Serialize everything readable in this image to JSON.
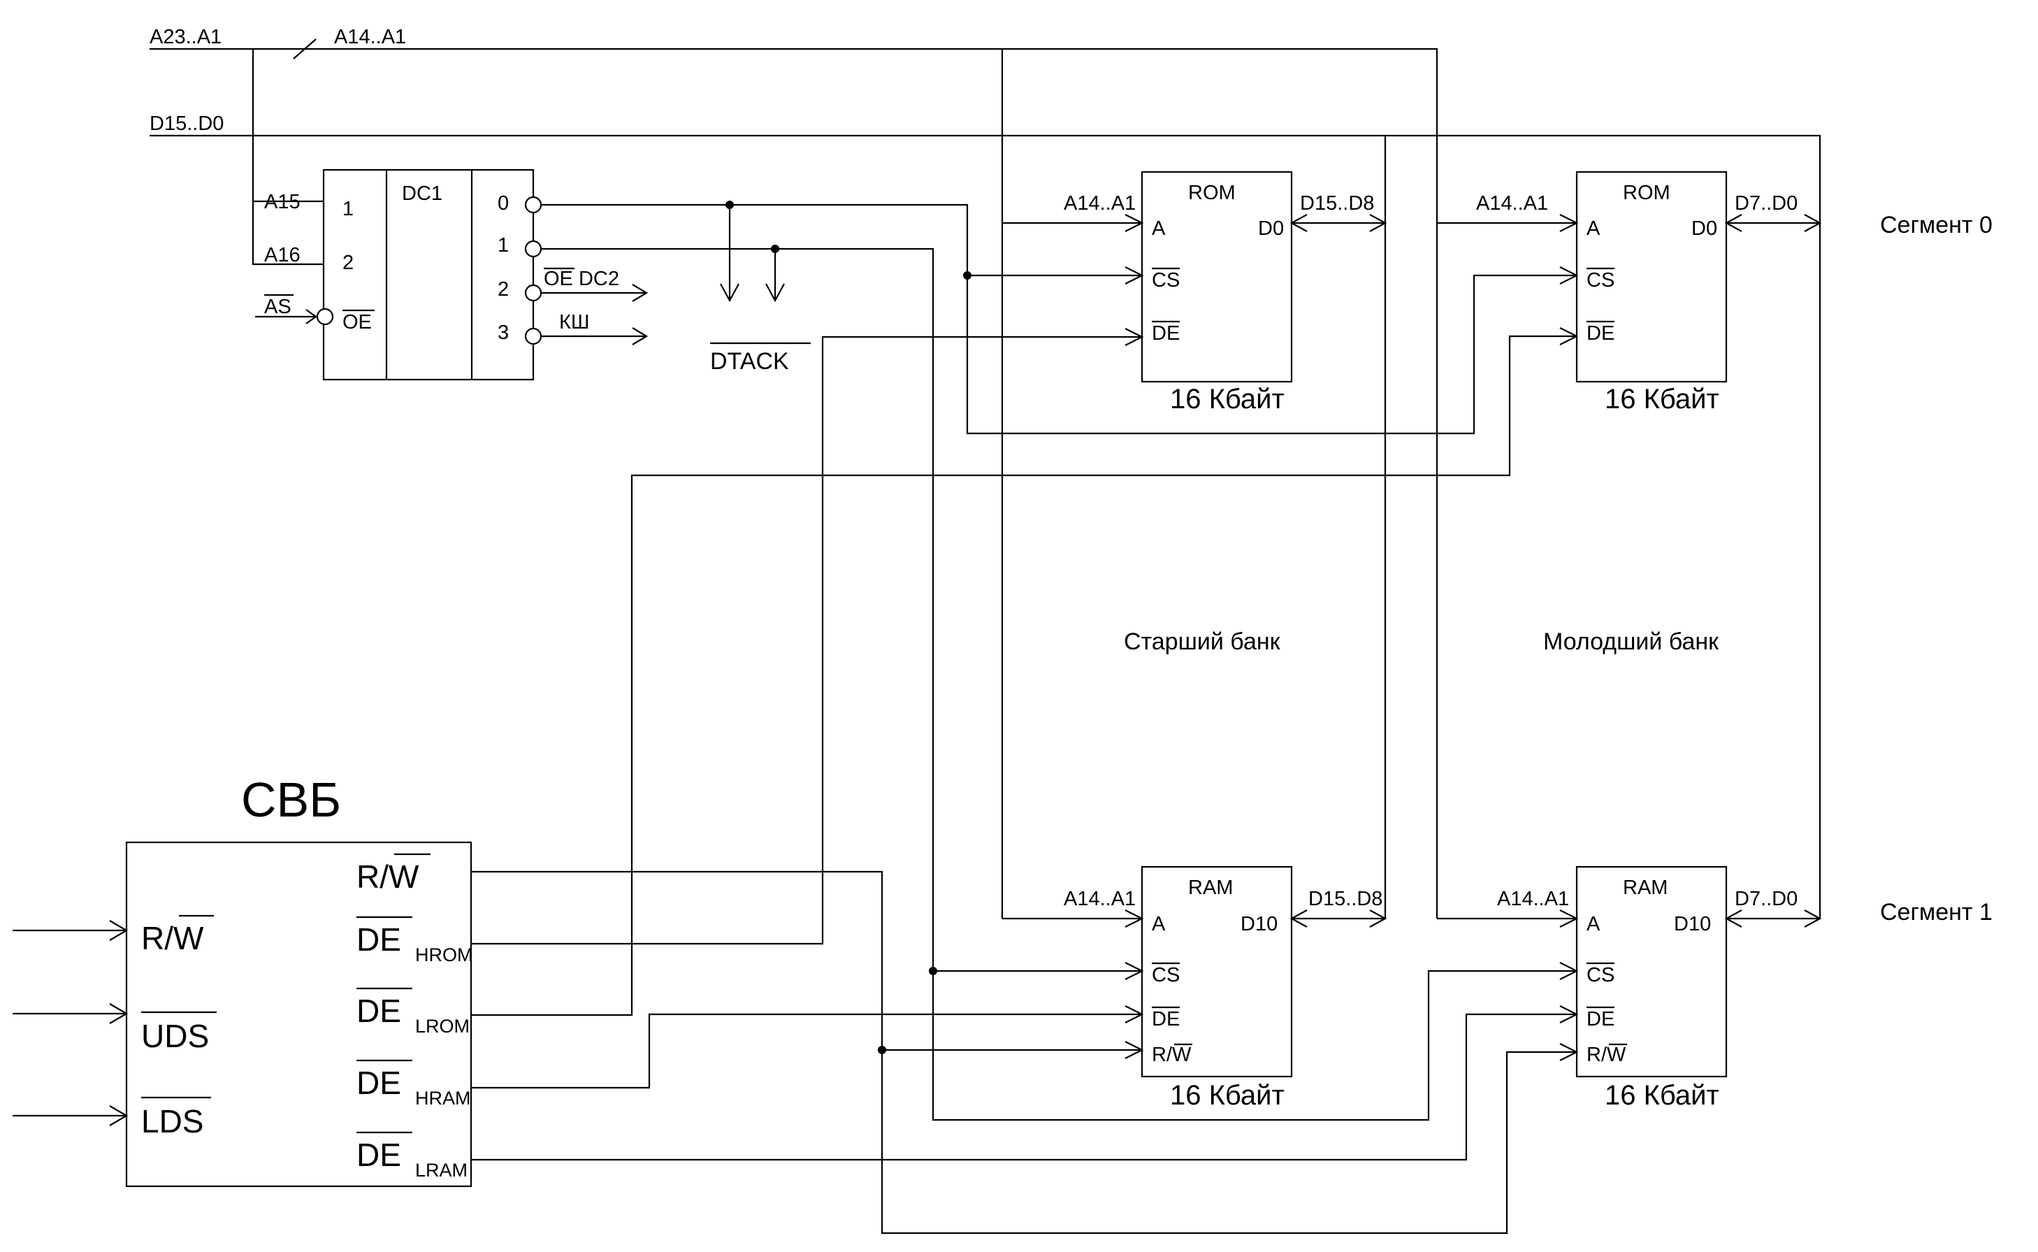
{
  "buses": {
    "address_bus": "A23..A1",
    "address_tap": "A14..A1",
    "data_bus": "D15..D0"
  },
  "decoder": {
    "title": "DC1",
    "in1_signal": "A15",
    "in2_signal": "A16",
    "enable_signal": "AS",
    "in1_label": "1",
    "in2_label": "2",
    "enable_label": "OE",
    "out0_label": "0",
    "out1_label": "1",
    "out2_label": "2",
    "out3_label": "3",
    "out2_signal": "OE DC2",
    "out3_signal": "КШ"
  },
  "dtack": "DTACK",
  "chips": {
    "rom_high": {
      "type": "ROM",
      "addr": "A14..A1",
      "a": "A",
      "data_pin": "D0",
      "cs": "CS",
      "de": "DE",
      "data_bus": "D15..D8",
      "size": "16 Кбайт"
    },
    "rom_low": {
      "type": "ROM",
      "addr": "A14..A1",
      "a": "A",
      "data_pin": "D0",
      "cs": "CS",
      "de": "DE",
      "data_bus": "D7..D0",
      "size": "16 Кбайт"
    },
    "ram_high": {
      "type": "RAM",
      "addr": "A14..A1",
      "a": "A",
      "data_pin": "D10",
      "cs": "CS",
      "de": "DE",
      "rw": "R/W",
      "data_bus": "D15..D8",
      "size": "16 Кбайт"
    },
    "ram_low": {
      "type": "RAM",
      "addr": "A14..A1",
      "a": "A",
      "data_pin": "D10",
      "cs": "CS",
      "de": "DE",
      "rw": "R/W",
      "data_bus": "D7..D0",
      "size": "16 Кбайт"
    }
  },
  "segments": {
    "seg0": "Сегмент 0",
    "seg1": "Сегмент 1"
  },
  "banks": {
    "high": "Старший банк",
    "low": "Молодший банк"
  },
  "svb": {
    "title": "СВБ",
    "in_rw": "R/W",
    "in_uds": "UDS",
    "in_lds": "LDS",
    "out_rw": "R/W",
    "de": "DE",
    "sub_hrom": "HROM",
    "sub_lrom": "LROM",
    "sub_hram": "HRAM",
    "sub_lram": "LRAM"
  }
}
